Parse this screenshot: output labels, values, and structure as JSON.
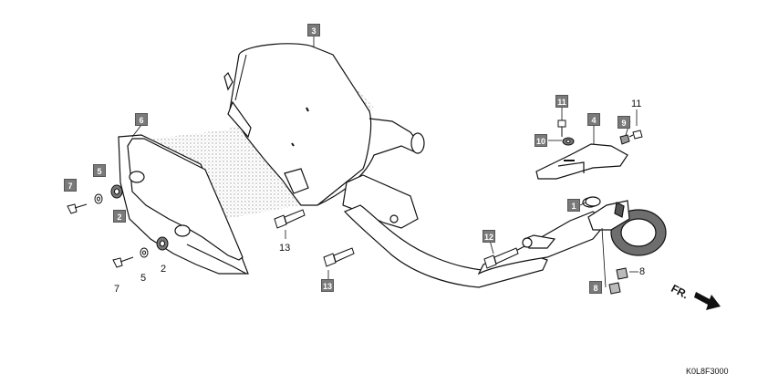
{
  "diagram_code": "K0L8F3000",
  "direction_label": "FR.",
  "callouts": [
    {
      "id": "c3",
      "text": "3",
      "boxed": true
    },
    {
      "id": "c6",
      "text": "6",
      "boxed": true
    },
    {
      "id": "c7a",
      "text": "7",
      "boxed": true
    },
    {
      "id": "c5a",
      "text": "5",
      "boxed": true
    },
    {
      "id": "c2a",
      "text": "2",
      "boxed": true
    },
    {
      "id": "c7b",
      "text": "7",
      "boxed": false
    },
    {
      "id": "c5b",
      "text": "5",
      "boxed": false
    },
    {
      "id": "c2b",
      "text": "2",
      "boxed": false
    },
    {
      "id": "c13a",
      "text": "13",
      "boxed": false
    },
    {
      "id": "c13b",
      "text": "13",
      "boxed": true
    },
    {
      "id": "c12",
      "text": "12",
      "boxed": true
    },
    {
      "id": "c11a",
      "text": "11",
      "boxed": true
    },
    {
      "id": "c10",
      "text": "10",
      "boxed": true
    },
    {
      "id": "c4",
      "text": "4",
      "boxed": true
    },
    {
      "id": "c9",
      "text": "9",
      "boxed": true
    },
    {
      "id": "c11b",
      "text": "11",
      "boxed": false
    },
    {
      "id": "c1",
      "text": "1",
      "boxed": true
    },
    {
      "id": "c8a",
      "text": "8",
      "boxed": false
    },
    {
      "id": "c8b",
      "text": "8",
      "boxed": true
    }
  ]
}
